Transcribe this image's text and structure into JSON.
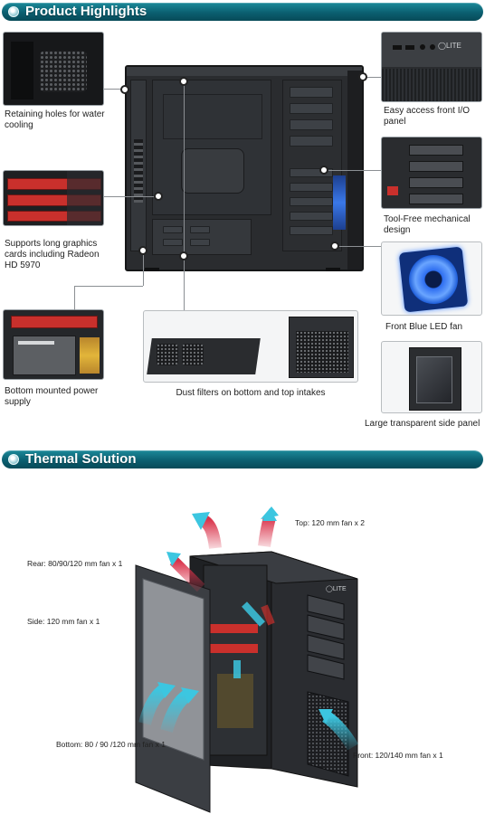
{
  "sections": {
    "highlights_title": "Product Highlights",
    "thermal_title": "Thermal Solution"
  },
  "highlights": {
    "water_cooling": [
      "Retaining holes for water",
      "cooling"
    ],
    "graphics": [
      "Supports long graphics",
      "cards including Radeon",
      "HD 5970"
    ],
    "power": [
      "Bottom mounted power",
      "supply"
    ],
    "dust": "Dust filters on bottom and top intakes",
    "front_io": [
      "Easy access front I/O",
      "panel"
    ],
    "toolfree": [
      "Tool-Free mechanical",
      "design"
    ],
    "blue_fan": "Front Blue LED fan",
    "side_panel": "Large transparent side panel"
  },
  "thermal": {
    "top": "Top: 120 mm fan x 2",
    "rear": "Rear: 80/90/120 mm fan x 1",
    "side": "Side: 120 mm fan x 1",
    "bottom": "Bottom: 80 / 90 /120 mm fan x 1",
    "front": "Front: 120/140  mm fan x 1"
  },
  "colors": {
    "header": "#0b5f70",
    "hot_arrow": "#d9324a",
    "cool_arrow": "#3cc6e0",
    "fan_blue": "#1d5cd8"
  }
}
